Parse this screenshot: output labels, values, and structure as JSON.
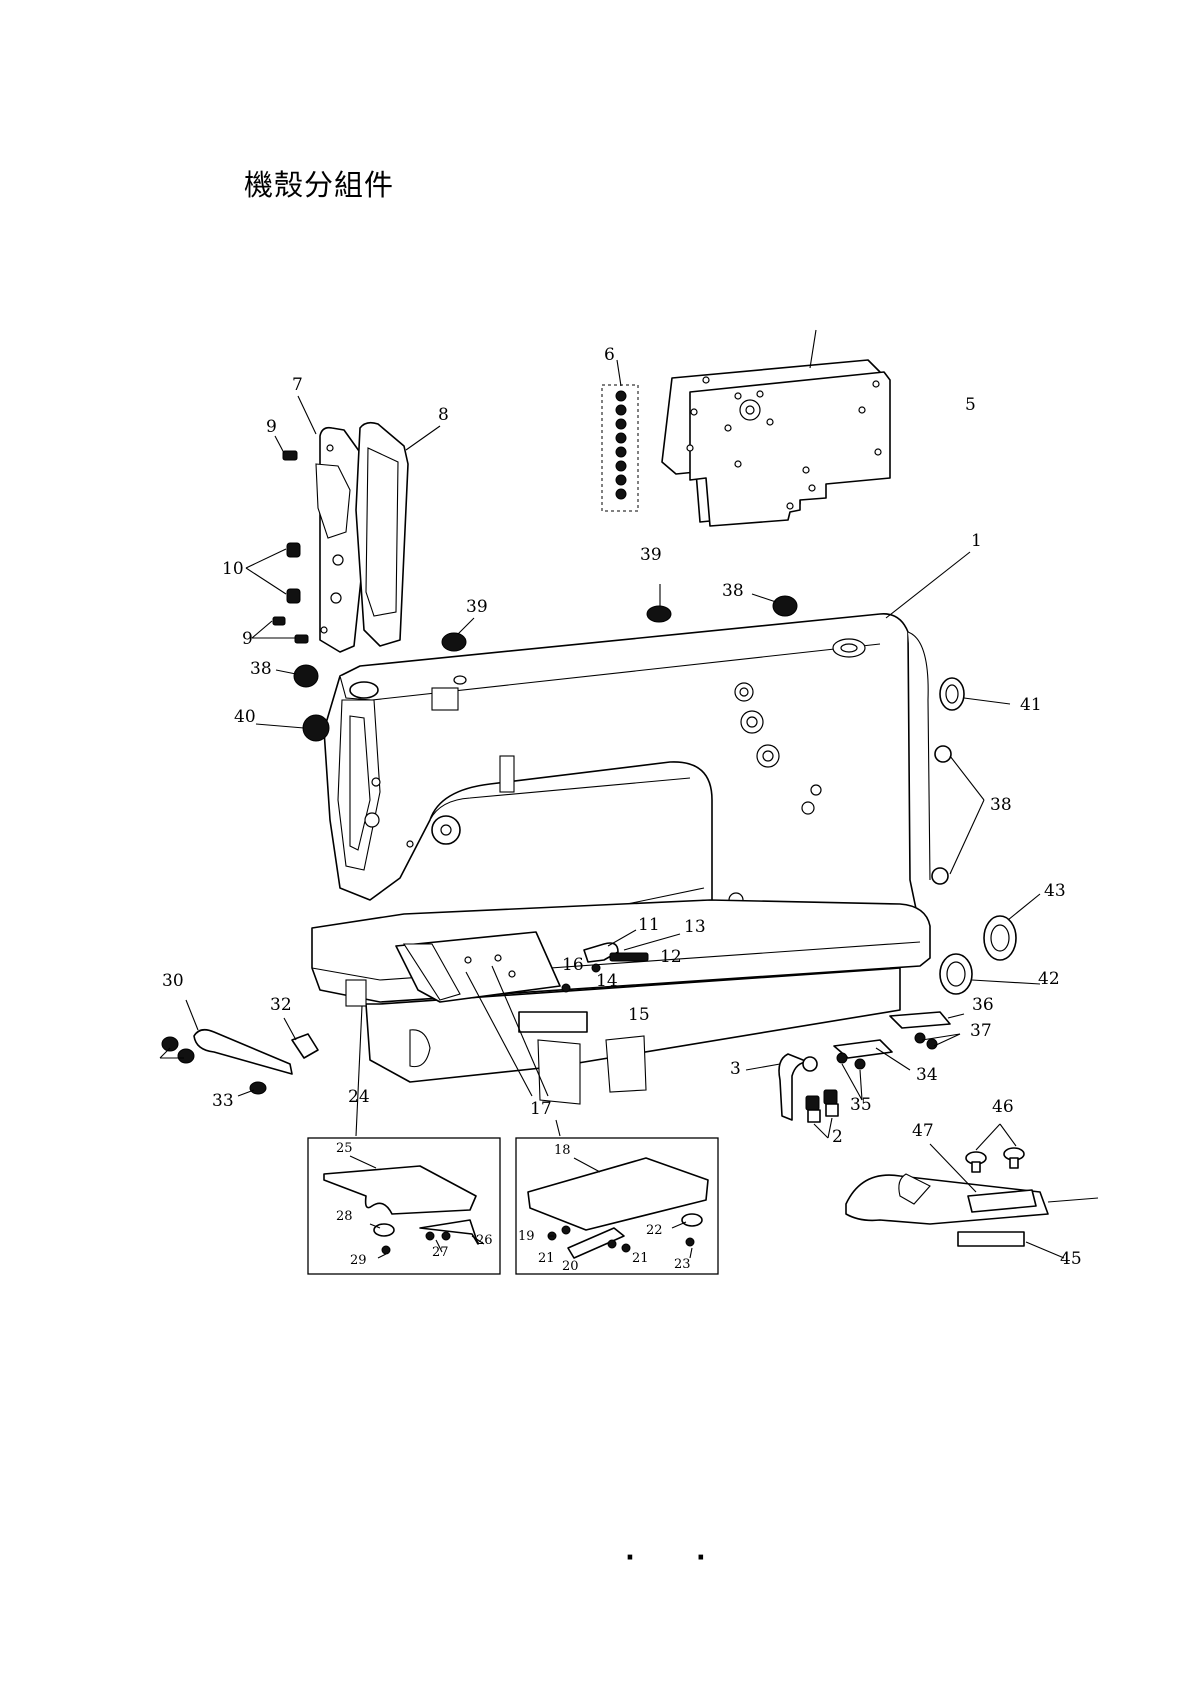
{
  "title": "機殼分組件",
  "page_marker": "· ·",
  "callouts": [
    "1",
    "2",
    "3",
    "5",
    "6",
    "7",
    "8",
    "9",
    "9",
    "9",
    "10",
    "11",
    "12",
    "13",
    "14",
    "15",
    "16",
    "17",
    "18",
    "19",
    "20",
    "21",
    "21",
    "22",
    "23",
    "24",
    "25",
    "26",
    "27",
    "28",
    "29",
    "30",
    "32",
    "33",
    "34",
    "35",
    "36",
    "37",
    "38",
    "38",
    "38",
    "39",
    "39",
    "40",
    "41",
    "42",
    "43",
    "45",
    "46",
    "47"
  ],
  "icons": [
    "machine-arm",
    "face-plate",
    "face-plate-gasket",
    "rear-cover-plate",
    "screw-strip",
    "bed-plate",
    "slide-plate",
    "knee-lifter",
    "needle-plate"
  ]
}
